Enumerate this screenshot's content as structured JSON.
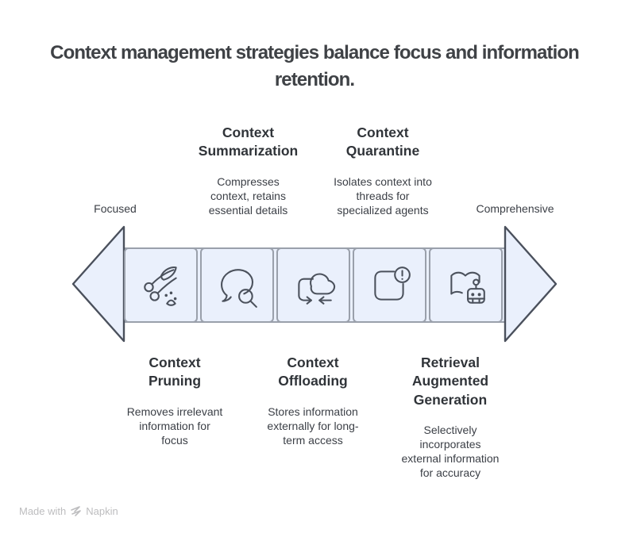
{
  "title": "Context management strategies balance focus and information\nretention.",
  "axis": {
    "left_label": "Focused",
    "right_label": "Comprehensive"
  },
  "strategies": [
    {
      "title": "Context\nPruning",
      "description": "Removes irrelevant\ninformation for\nfocus",
      "icon": "pruning-shears-icon",
      "label_position": "bottom"
    },
    {
      "title": "Context\nSummarization",
      "description": "Compresses\ncontext, retains\nessential details",
      "icon": "speech-bubble-search-icon",
      "label_position": "top"
    },
    {
      "title": "Context\nOffloading",
      "description": "Stores information\nexternally for long-\nterm access",
      "icon": "cloud-transfer-icon",
      "label_position": "bottom"
    },
    {
      "title": "Context\nQuarantine",
      "description": "Isolates context into\nthreads for\nspecialized agents",
      "icon": "quarantine-alert-box-icon",
      "label_position": "top"
    },
    {
      "title": "Retrieval\nAugmented\nGeneration",
      "description": "Selectively\nincorporates\nexternal information\nfor accuracy",
      "icon": "book-robot-icon",
      "label_position": "bottom"
    }
  ],
  "footer": {
    "made_with": "Made with",
    "brand": "Napkin",
    "logo_icon": "napkin-logo-icon"
  },
  "colors": {
    "arrow_fill": "#EAF0FC",
    "box_border": "#9AA0AB",
    "head_border": "#4A505C",
    "icon_stroke": "#4B515C",
    "title_text": "#3F4246",
    "heading_text": "#303439",
    "body_text": "#3B3F46",
    "footer_text": "#BDBDBF"
  }
}
